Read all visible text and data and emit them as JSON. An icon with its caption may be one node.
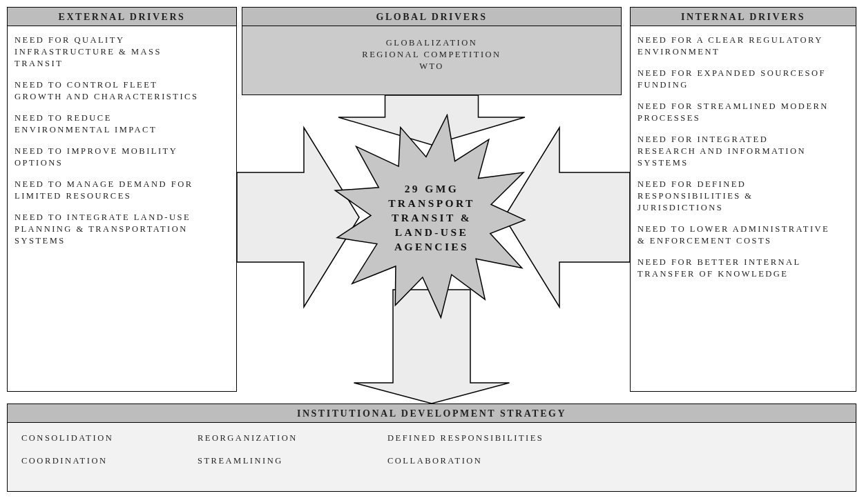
{
  "diagram": {
    "nodes": [
      {
        "text": [
          "EXTERNAL DRIVERS",
          "NEED FOR QUALITY INFRASTRUCTURE & MASS TRANSIT",
          "NEED TO CONTROL FLEET GROWTH AND CHARACTERISTICS",
          "NEED TO REDUCE ENVIRONMENTAL IMPACT",
          "NEED TO IMPROVE MOBILITY OPTIONS",
          "NEED TO MANAGE DEMAND FOR LIMITED RESOURCES",
          "NEED TO INTEGRATE LAND-USE PLANNING & TRANSPORTATION SYSTEMS"
        ]
      },
      {
        "text": [
          "GLOBAL DRIVERS",
          "GLOBALIZATION",
          "REGIONAL COMPETITION",
          "WTO"
        ]
      },
      {
        "text": [
          "INTERNAL DRIVERS",
          "NEED FOR A CLEAR REGULATORY ENVIRONMENT",
          "NEED FOR EXPANDED SOURCESOF FUNDING",
          "NEED FOR STREAMLINED MODERN PROCESSES",
          "NEED FOR INTEGRATED RESEARCH AND INFORMATION SYSTEMS",
          "NEED FOR DEFINED RESPONSIBILITIES & JURISDICTIONS",
          "NEED TO LOWER ADMINISTRATIVE & ENFORCEMENT COSTS",
          "NEED FOR BETTER INTERNAL TRANSFER OF KNOWLEDGE"
        ]
      },
      {
        "text": [
          "29 GMG TRANSPORT TRANSIT & LAND-USE AGENCIES"
        ]
      },
      {
        "text": [
          "INSTITUTIONAL DEVELOPMENT STRATEGY",
          "CONSOLIDATION",
          "REORGANIZATION",
          "DEFINED RESPONSIBILITIES",
          "COORDINATION",
          "STREAMLINING",
          "COLLABORATION"
        ]
      }
    ],
    "edges": [
      {
        "from": 0,
        "to": 3,
        "arrow": "to"
      },
      {
        "from": 1,
        "to": 3,
        "arrow": "to"
      },
      {
        "from": 2,
        "to": 3,
        "arrow": "to"
      },
      {
        "from": 3,
        "to": 4,
        "arrow": "to"
      }
    ]
  }
}
